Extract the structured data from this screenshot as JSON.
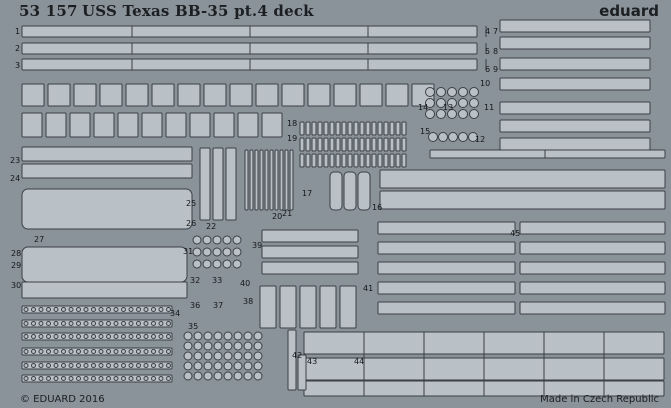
{
  "header": {
    "code": "53 157",
    "title": "USS Texas BB-35 pt.4 deck",
    "brand": "eduard"
  },
  "footer": {
    "copyright": "© EDUARD 2016",
    "origin": "Made in Czech Republic"
  },
  "part_numbers": [
    "1",
    "2",
    "3",
    "4",
    "5",
    "6",
    "7",
    "8",
    "9",
    "10",
    "11",
    "12",
    "13",
    "14",
    "15",
    "16",
    "17",
    "18",
    "19",
    "20",
    "21",
    "22",
    "23",
    "24",
    "25",
    "26",
    "27",
    "28",
    "29",
    "30",
    "31",
    "32",
    "33",
    "34",
    "35",
    "36",
    "37",
    "38",
    "39",
    "40",
    "41",
    "42",
    "43",
    "44",
    "45"
  ],
  "colors": {
    "fret": "#8a929a",
    "part_fill": "#b9c0c6",
    "outline": "#3a4046",
    "text": "#1c1f22"
  }
}
